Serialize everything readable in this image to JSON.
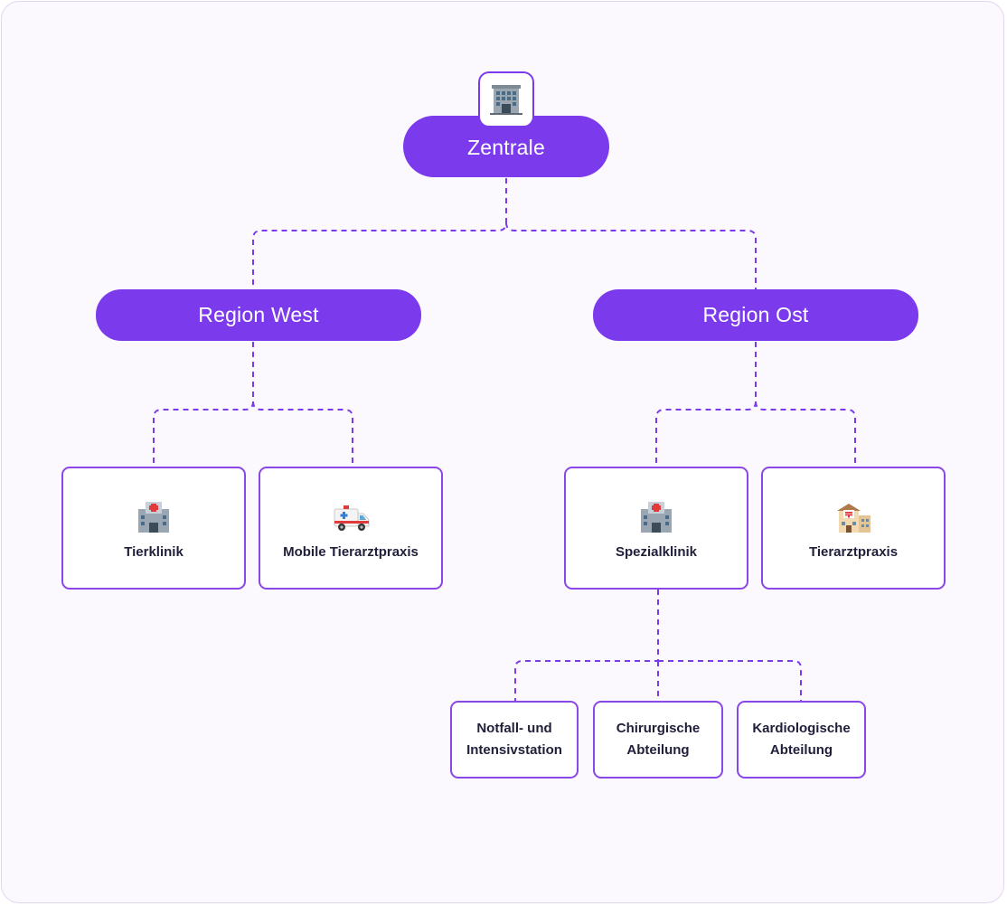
{
  "root": {
    "label": "Zentrale",
    "icon": "office-building-icon"
  },
  "regions": [
    {
      "label": "Region West"
    },
    {
      "label": "Region Ost"
    }
  ],
  "west_units": [
    {
      "label": "Tierklinik",
      "icon": "hospital-icon"
    },
    {
      "label": "Mobile Tierarztpraxis",
      "icon": "ambulance-icon"
    }
  ],
  "east_units": [
    {
      "label": "Spezialklinik",
      "icon": "hospital-icon"
    },
    {
      "label": "Tierarztpraxis",
      "icon": "post-office-icon"
    }
  ],
  "departments": [
    {
      "label": "Notfall- und\nIntensivstation"
    },
    {
      "label": "Chirurgische\nAbteilung"
    },
    {
      "label": "Kardiologische\nAbteilung"
    }
  ],
  "colors": {
    "accent": "#7c3aed",
    "border": "#8b46e8",
    "background": "#fbf9fd",
    "text": "#1f1f3a"
  }
}
